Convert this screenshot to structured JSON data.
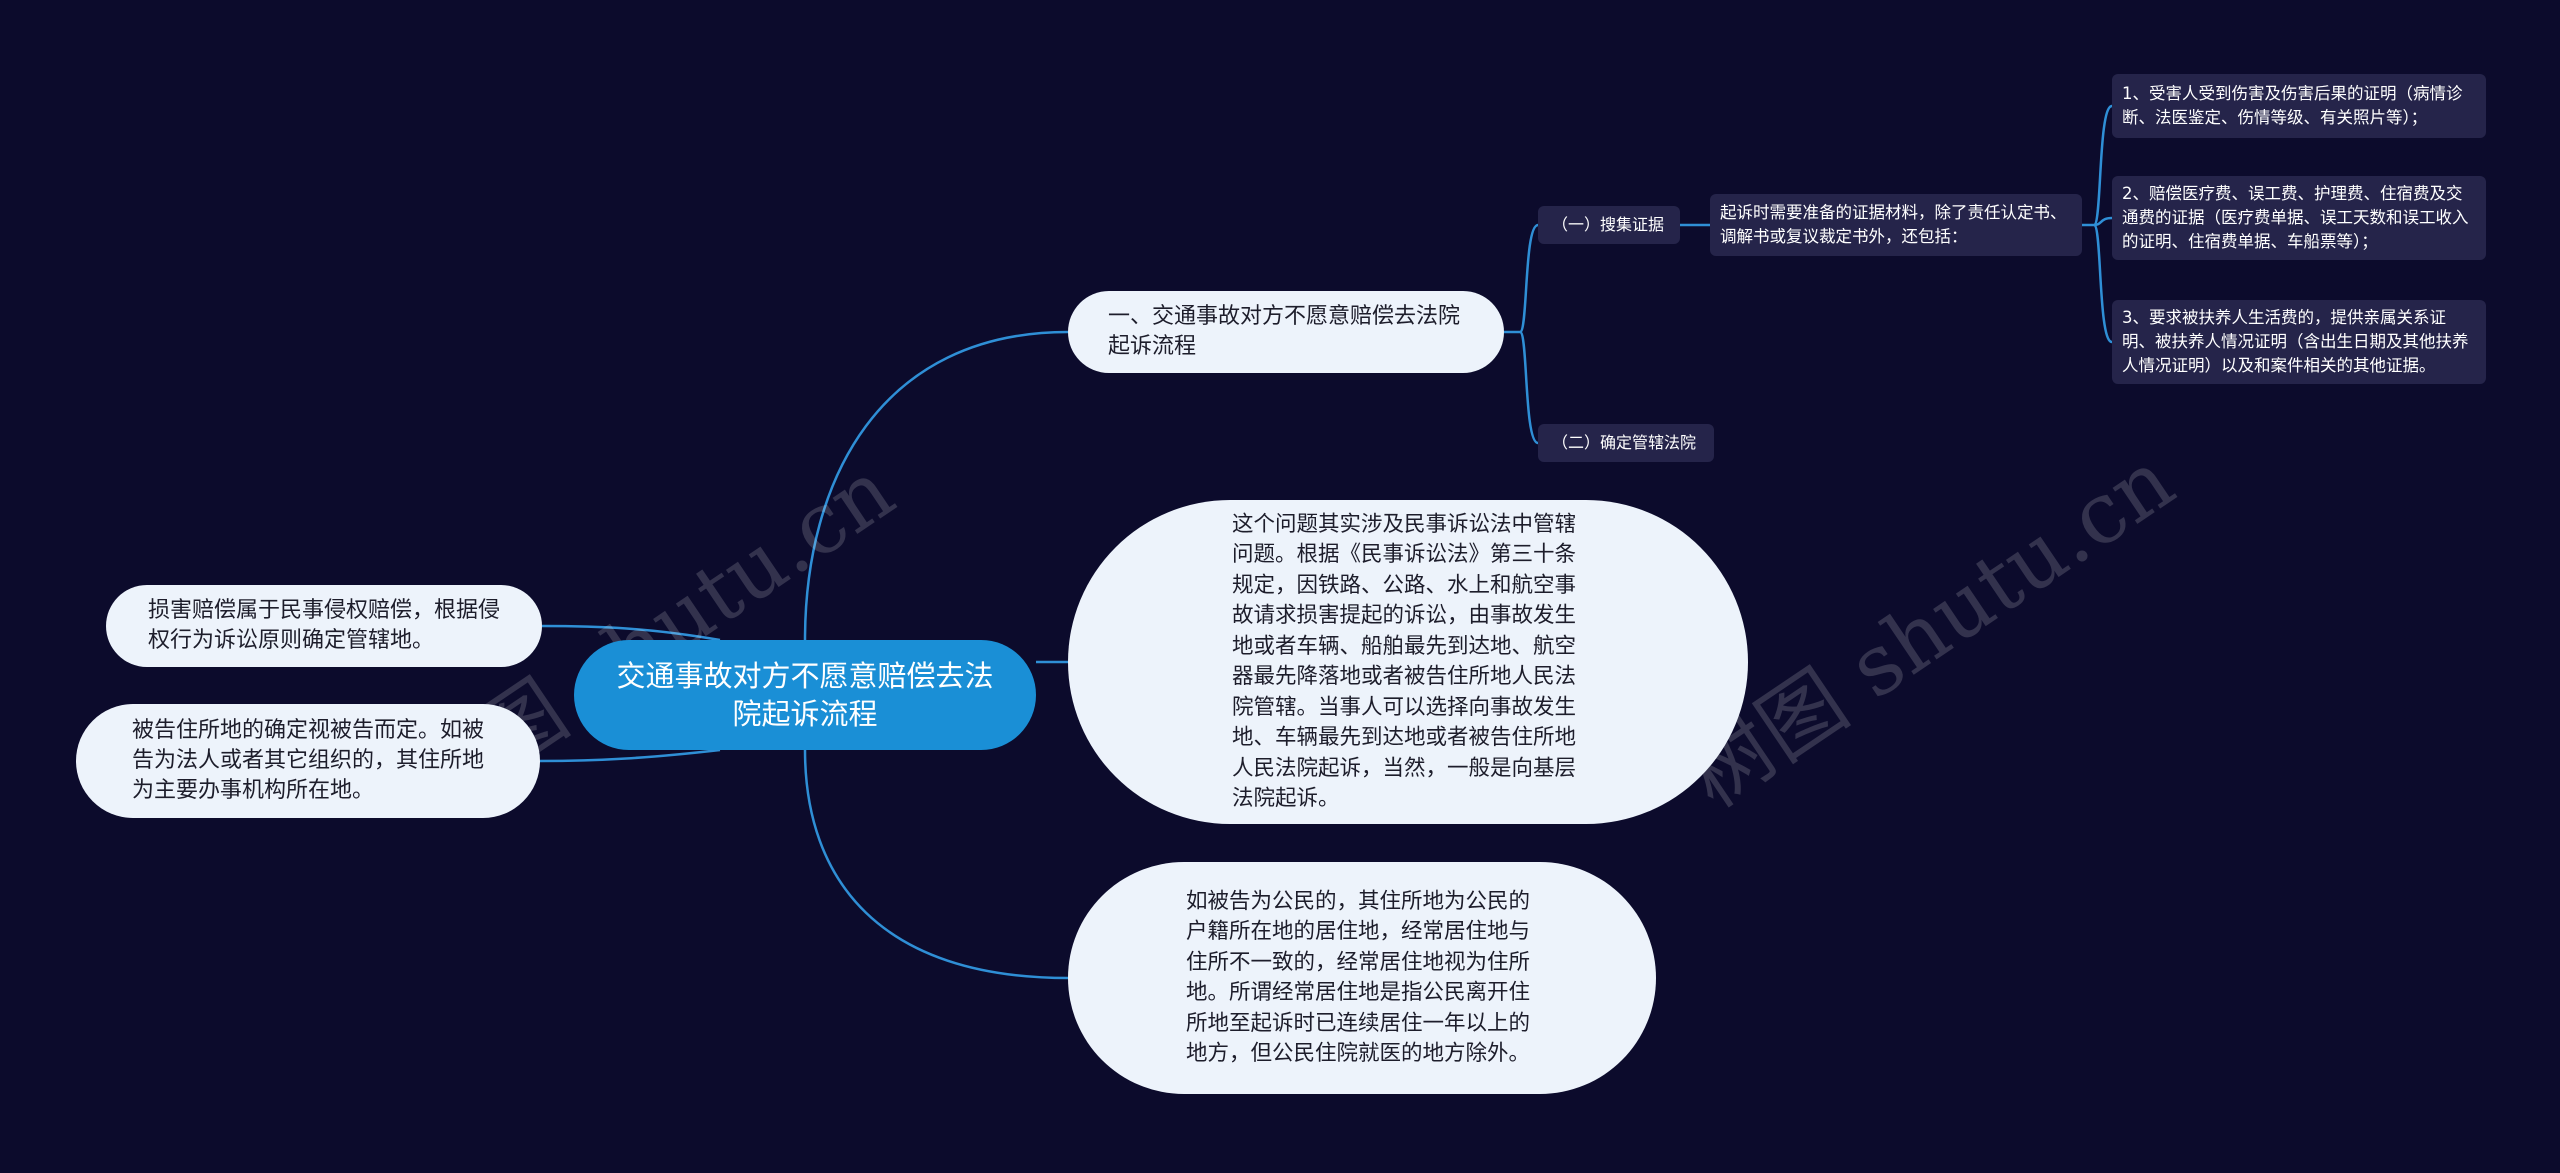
{
  "colors": {
    "background": "#0c0b2c",
    "root_fill": "#1a8fd6",
    "node_fill": "#edf3fb",
    "small_node_fill": "#25244a",
    "connector": "#2f8fd6"
  },
  "watermark": "树图 shutu.cn",
  "root": {
    "label": "交通事故对方不愿意赔偿去法院起诉流程"
  },
  "right_nodes": {
    "process": "一、交通事故对方不愿意赔偿去法院起诉流程",
    "jurisdiction_text": "这个问题其实涉及民事诉讼法中管辖问题。根据《民事诉讼法》第三十条规定，因铁路、公路、水上和航空事故请求损害提起的诉讼，由事故发生地或者车辆、船舶最先到达地、航空器最先降落地或者被告住所地人民法院管辖。当事人可以选择向事故发生地、车辆最先到达地或者被告住所地人民法院起诉，当然，一般是向基层法院起诉。",
    "residence_text": "如被告为公民的，其住所地为公民的户籍所在地的居住地，经常居住地与住所不一致的，经常居住地视为住所地。所谓经常居住地是指公民离开住所地至起诉时已连续居住一年以上的地方，但公民住院就医的地方除外。"
  },
  "left_nodes": {
    "tort": "损害赔偿属于民事侵权赔偿，根据侵权行为诉讼原则确定管辖地。",
    "defendant": "被告住所地的确定视被告而定。如被告为法人或者其它组织的，其住所地为主要办事机构所在地。"
  },
  "process_children": {
    "collect_evidence": "（一）搜集证据",
    "determine_court": "（二）确定管辖法院"
  },
  "evidence": {
    "materials": "起诉时需要准备的证据材料，除了责任认定书、调解书或复议裁定书外，还包括：",
    "items": [
      "1、受害人受到伤害及伤害后果的证明（病情诊断、法医鉴定、伤情等级、有关照片等）；",
      "2、赔偿医疗费、误工费、护理费、住宿费及交通费的证据（医疗费单据、误工天数和误工收入的证明、住宿费单据、车船票等）；",
      "3、要求被扶养人生活费的，提供亲属关系证明、被扶养人情况证明（含出生日期及其他扶养人情况证明）以及和案件相关的其他证据。"
    ]
  }
}
